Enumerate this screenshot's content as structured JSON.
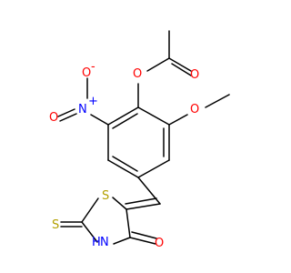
{
  "molecule": {
    "atoms": {
      "ester_oxygen": "O",
      "carbonyl_oxygen": "O",
      "methoxy_oxygen": "O",
      "nitro_nitrogen": "N",
      "nitro_plus": "+",
      "nitro_oxygen_upper": "O",
      "nitro_minus": "-",
      "nitro_oxygen_left": "O",
      "ring_sulfur": "S",
      "thione_sulfur": "S",
      "ring_nh": "H",
      "ring_nitrogen": "N",
      "lactam_oxygen": "O"
    },
    "colors": {
      "carbon_bond": "#000000",
      "oxygen": "#ff0000",
      "nitrogen": "#0000ff",
      "sulfur": "#b3a000"
    }
  }
}
